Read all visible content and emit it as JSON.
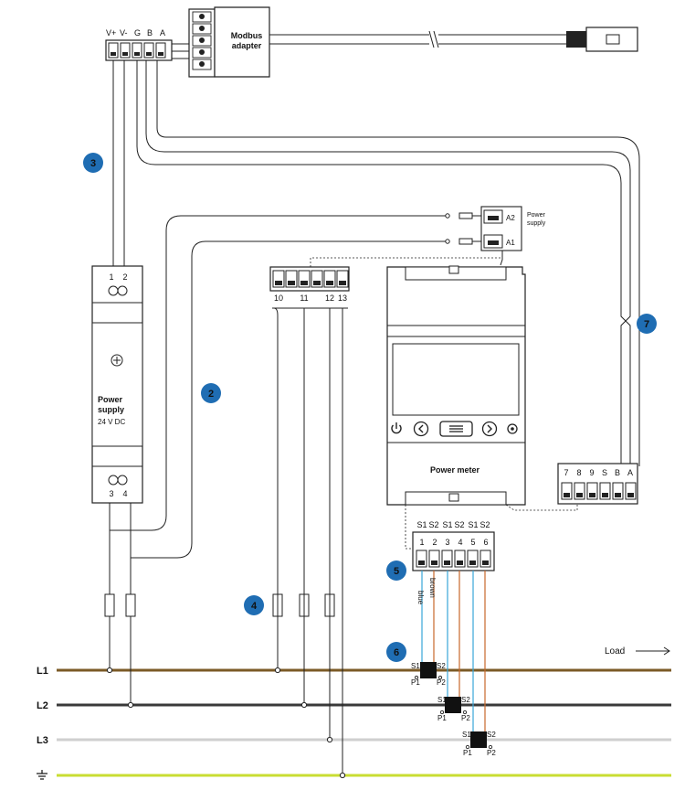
{
  "colors": {
    "badge": "#1f6db3",
    "l1": "#7b5a26",
    "l2": "#3a3a3a",
    "l3": "#cfcfcf",
    "pe": "#c9dd33",
    "s1": "#3aa6d8",
    "s2": "#c8682b",
    "wire": "#222222"
  },
  "modbus_terminal": {
    "labels": [
      "V+",
      "V-",
      "G",
      "B",
      "A"
    ]
  },
  "modbus_adapter": {
    "line1": "Modbus",
    "line2": "adapter"
  },
  "connector": {
    "icon": "rj45-connector-icon"
  },
  "power_supply": {
    "top_pins": [
      "1",
      "2"
    ],
    "bottom_pins": [
      "3",
      "4"
    ],
    "title1": "Power",
    "title2": "supply",
    "voltage": "24 V DC",
    "icon": "plus-screw-icon"
  },
  "aux_terminal": {
    "pins": [
      "10",
      "11",
      "12",
      "13"
    ]
  },
  "meter_supply": {
    "a2": "A2",
    "a1": "A1",
    "label1": "Power",
    "label2": "supply"
  },
  "meter": {
    "label": "Power meter",
    "buttons": [
      "power-icon",
      "chevron-left-icon",
      "menu-icon",
      "chevron-right-icon",
      "settings-icon"
    ]
  },
  "right_terminal": {
    "labels": [
      "7",
      "8",
      "9",
      "S",
      "B",
      "A"
    ]
  },
  "ct_terminal": {
    "headers": [
      "S1",
      "S2",
      "S1",
      "S2",
      "S1",
      "S2"
    ],
    "pins": [
      "1",
      "2",
      "3",
      "4",
      "5",
      "6"
    ],
    "wire_blue": "blue",
    "wire_brown": "brown"
  },
  "ct_sensors": [
    {
      "s1": "S1",
      "s2": "S2",
      "p1": "P1",
      "p2": "P2"
    },
    {
      "s1": "S1",
      "s2": "S2",
      "p1": "P1",
      "p2": "P2"
    },
    {
      "s1": "S1",
      "s2": "S2",
      "p1": "P1",
      "p2": "P2"
    }
  ],
  "badges": [
    "3",
    "2",
    "4",
    "5",
    "6",
    "7"
  ],
  "lines": {
    "l1": "L1",
    "l2": "L2",
    "l3": "L3",
    "ground_icon": "ground-symbol-icon"
  },
  "load": "Load"
}
